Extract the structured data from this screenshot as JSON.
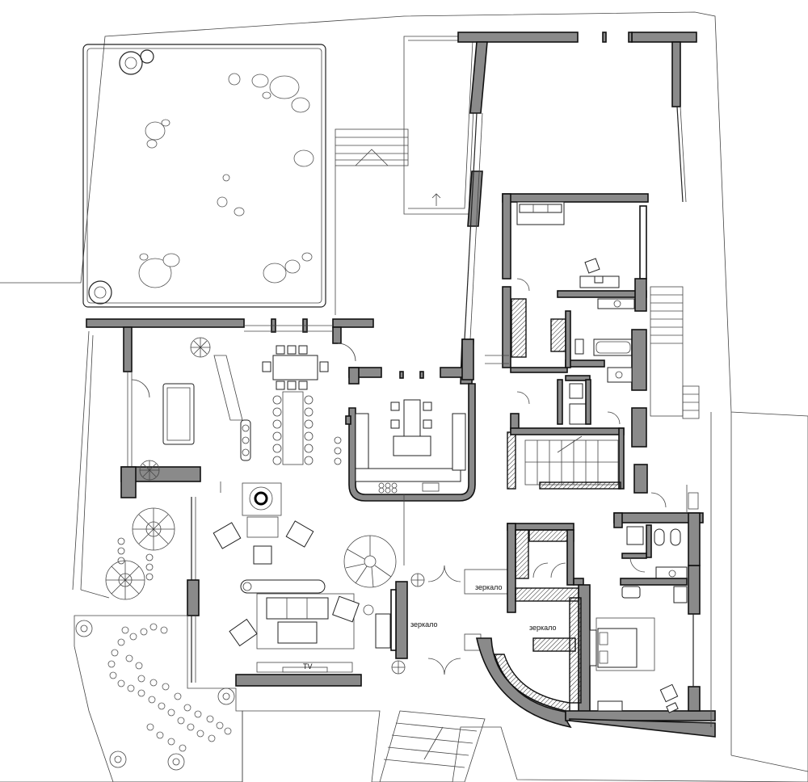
{
  "labels": {
    "mirror_1": "зеркало",
    "mirror_2": "зеркало",
    "mirror_3": "зеркало",
    "tv": "TV"
  }
}
